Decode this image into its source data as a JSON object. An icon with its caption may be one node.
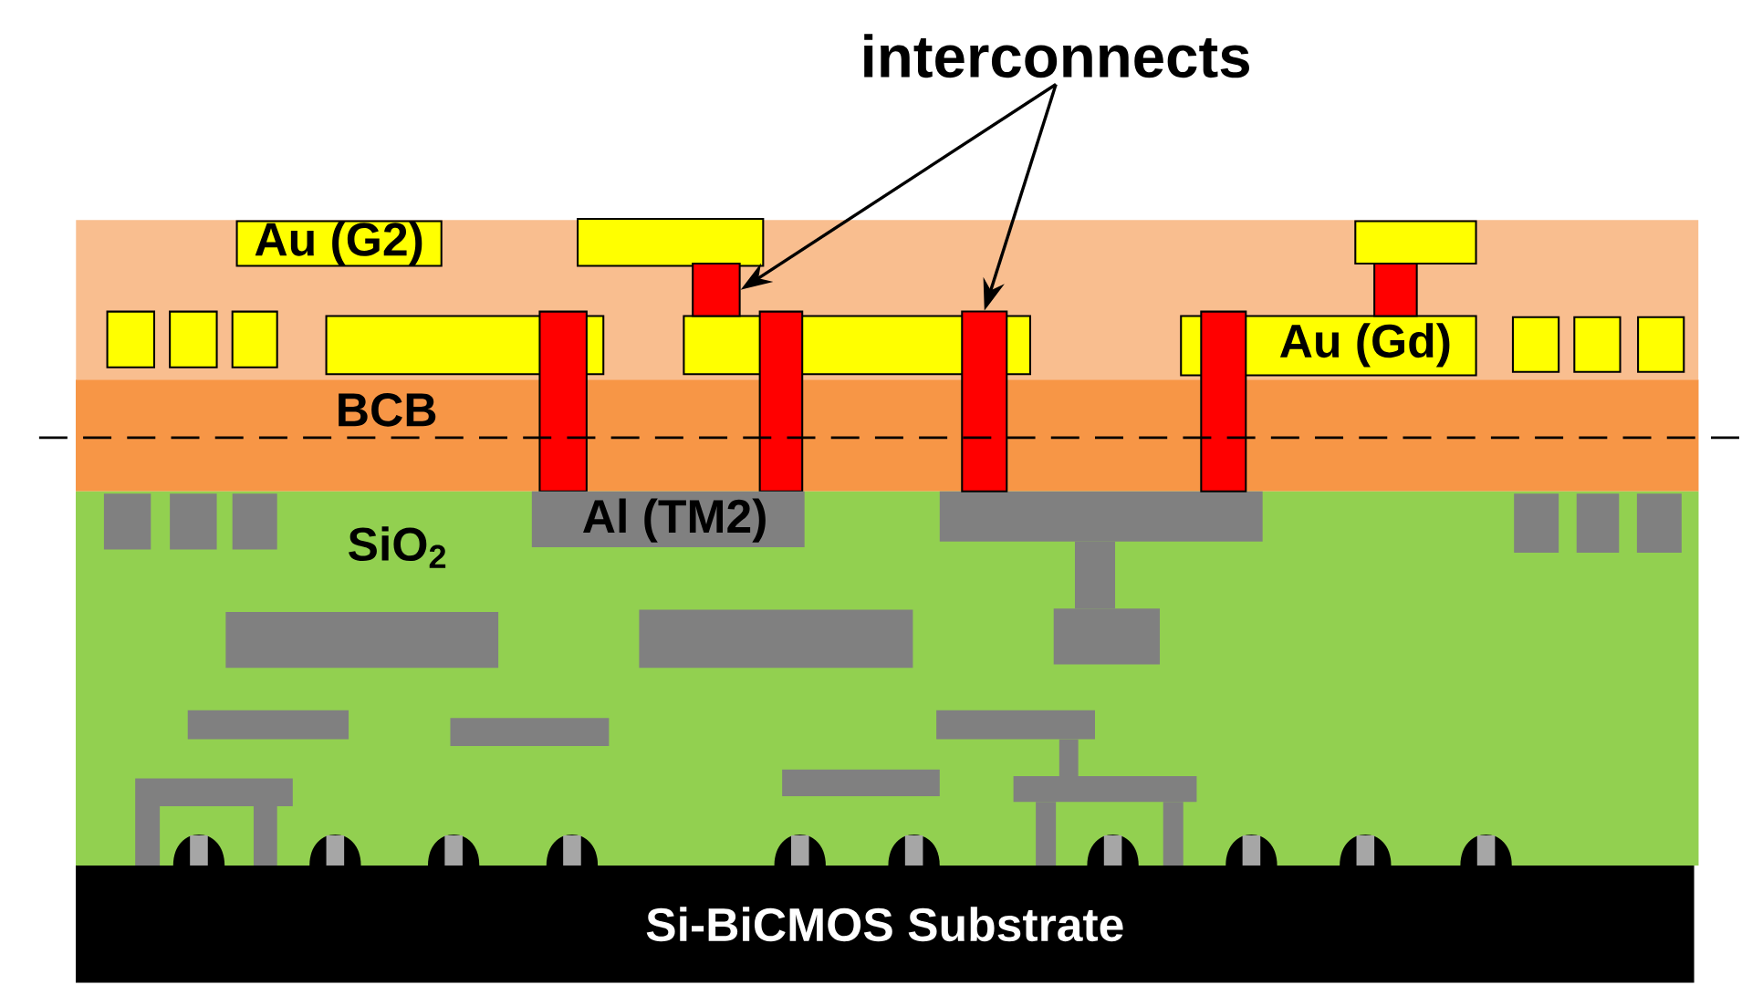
{
  "diagram": {
    "nodes": [
      {
        "text": [
          "interconnects"
        ]
      },
      {
        "text": [
          "Au (G2)"
        ]
      },
      {
        "text": [],
        "shape": "bar"
      },
      {
        "text": [],
        "shape": "bar"
      },
      {
        "text": [
          "Au (Gd)"
        ]
      },
      {
        "text": [
          "BCB"
        ]
      },
      {
        "text": [
          "Al (TM2)"
        ],
        "in": 7
      },
      {
        "text": [
          "SiO$_{2}$"
        ]
      },
      {
        "text": [
          "Si-BiCMOS Substrate"
        ]
      }
    ],
    "edges": [
      {
        "from": 0,
        "to": 2,
        "arrow": "to"
      },
      {
        "from": 0,
        "to": 3,
        "arrow": "to"
      }
    ]
  }
}
